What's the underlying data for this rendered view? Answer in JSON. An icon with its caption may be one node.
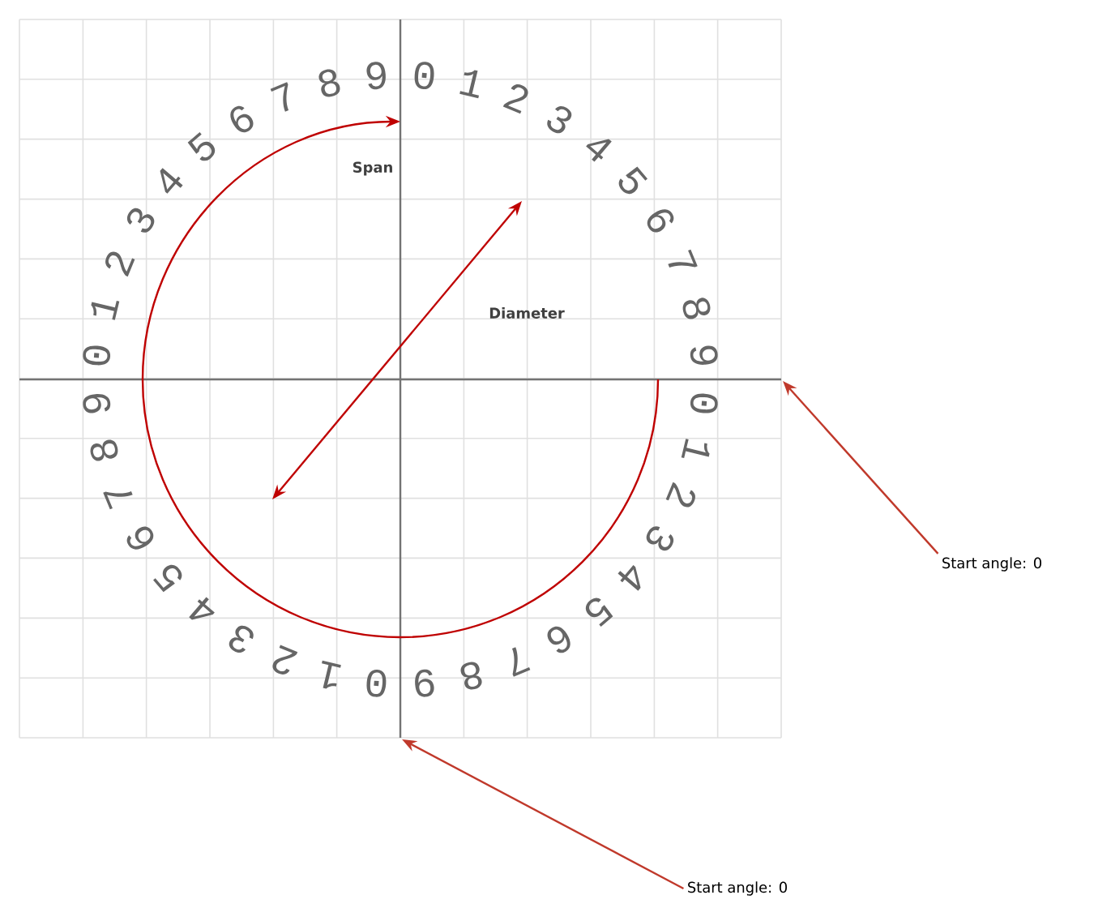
{
  "diagram": {
    "nodes": [
      {
        "text": [
          "Start angle: 0"
        ]
      },
      {
        "text": [
          "Start angle: 0"
        ]
      }
    ],
    "edges": [
      {
        "from": 0,
        "to": null,
        "arrow": "to",
        "color": "#c0392b"
      },
      {
        "from": 1,
        "to": null,
        "arrow": "to",
        "color": "#c0392b"
      }
    ],
    "labels": [
      "Span",
      "Diameter",
      "0",
      "1",
      "2",
      "3",
      "4",
      "5",
      "6",
      "7",
      "8",
      "9",
      "0",
      "1",
      "2",
      "3",
      "4",
      "5",
      "6",
      "7",
      "8",
      "9",
      "0",
      "1",
      "2",
      "3",
      "4",
      "5",
      "6",
      "7",
      "8",
      "9",
      "0",
      "1",
      "2",
      "3",
      "4",
      "5",
      "6",
      "7",
      "8",
      "9"
    ]
  }
}
